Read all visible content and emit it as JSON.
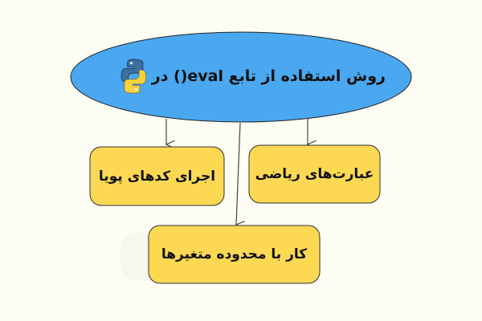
{
  "diagram": {
    "root": {
      "label": "روش استفاده از تابع eval() در",
      "icon": "python-logo-icon",
      "color": "#4aa8f0"
    },
    "children": [
      {
        "label": "عبارت‌های ریاضی"
      },
      {
        "label": "اجرای کدهای پویا"
      },
      {
        "label": "کار با محدوده متغیرها"
      }
    ],
    "box_color": "#fdd853",
    "edge_color": "#444444"
  }
}
